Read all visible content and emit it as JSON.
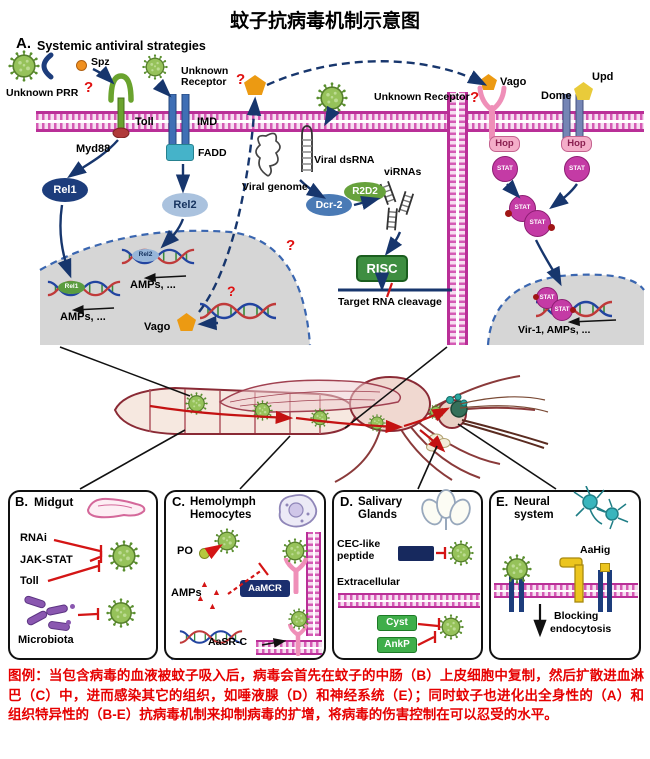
{
  "title": "蚊子抗病毒机制示意图",
  "panel_a": {
    "label": "A.",
    "title": "Systemic antiviral strategies",
    "unknown_prr": "Unknown PRR",
    "q": "?",
    "spz": "Spz",
    "toll": "Toll",
    "unknown_receptor1": "Unknown",
    "unknown_receptor2": "Receptor",
    "imd": "IMD",
    "myd88": "Myd88",
    "fadd": "FADD",
    "rel1": "Rel1",
    "rel2": "Rel2",
    "amps": "AMPs, ...",
    "vago": "Vago",
    "viral_genome": "Viral genome",
    "viral_dsrna": "Viral dsRNA",
    "dcr2": "Dcr-2",
    "r2d2": "R2D2",
    "virnas": "viRNAs",
    "risc": "RISC",
    "target": "Target RNA cleavage",
    "unknown_receptor_full": "Unknown Receptor",
    "dome": "Dome",
    "upd": "Upd",
    "hop": "Hop",
    "stat": "STAT",
    "vir1": "Vir-1, AMPs, ..."
  },
  "panel_b": {
    "label": "B.",
    "title": "Midgut",
    "rnai": "RNAi",
    "jak_stat": "JAK-STAT",
    "toll": "Toll",
    "microbiota": "Microbiota"
  },
  "panel_c": {
    "label": "C.",
    "t1": "Hemolymph",
    "t2": "Hemocytes",
    "po": "PO",
    "amps": "AMPs",
    "aamcr": "AaMCR",
    "aasrc": "AaSR-C"
  },
  "panel_d": {
    "label": "D.",
    "t1": "Salivary",
    "t2": "Glands",
    "cec1": "CEC-like",
    "cec2": "peptide",
    "extracellular": "Extracellular",
    "cyst": "Cyst",
    "ankp": "AnkP"
  },
  "panel_e": {
    "label": "E.",
    "t1": "Neural",
    "t2": "system",
    "aahig": "AaHig",
    "b1": "Blocking",
    "b2": "endocytosis"
  },
  "caption": "图例：当包含病毒的血液被蚊子吸入后，病毒会首先在蚊子的中肠（B）上皮细胞中复制，然后扩散进血淋巴（C）中，进而感染其它的组织，如唾液腺（D）和神经系统（E）；同时蚊子也进化出全身性的（A）和组织特异性的（B-E）抗病毒机制来抑制病毒的扩增，将病毒的伤害控制在可以忍受的水平。"
}
